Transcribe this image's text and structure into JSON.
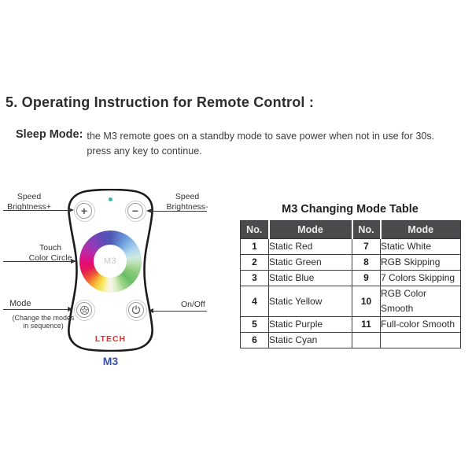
{
  "page": {
    "heading": "5. Operating Instruction for Remote Control :",
    "sleep_mode": {
      "label": "Sleep Mode:",
      "line1": "the M3 remote goes on a standby mode to save power when not in use for 30s.",
      "line2": "press any key to continue."
    }
  },
  "remote": {
    "model_center": "M3",
    "brand": "LTECH",
    "caption": "M3",
    "buttons": {
      "plus": "+",
      "minus": "−"
    },
    "labels": {
      "speed_plus": [
        "Speed",
        "Brightness+"
      ],
      "speed_minus": [
        "Speed",
        "Brightness-"
      ],
      "touch": [
        "Touch",
        "Color Circle"
      ],
      "mode": "Mode",
      "mode_note1": "(Change the modes",
      "mode_note2": "in sequence)",
      "onoff": "On/Off"
    },
    "colors": {
      "brand_red": "#d63434",
      "caption_blue": "#3950a8",
      "led_teal": "#35b8b0"
    }
  },
  "mode_table": {
    "title": "M3 Changing Mode Table",
    "header_bg": "#4b4b4d",
    "headers": [
      "No.",
      "Mode",
      "No.",
      "Mode"
    ],
    "rows": [
      [
        "1",
        "Static Red",
        "7",
        "Static White"
      ],
      [
        "2",
        "Static Green",
        "8",
        "RGB Skipping"
      ],
      [
        "3",
        "Static Blue",
        "9",
        "7 Colors Skipping"
      ],
      [
        "4",
        "Static Yellow",
        "10",
        "RGB Color Smooth"
      ],
      [
        "5",
        "Static Purple",
        "11",
        "Full-color Smooth"
      ],
      [
        "6",
        "Static Cyan",
        "",
        ""
      ]
    ]
  }
}
